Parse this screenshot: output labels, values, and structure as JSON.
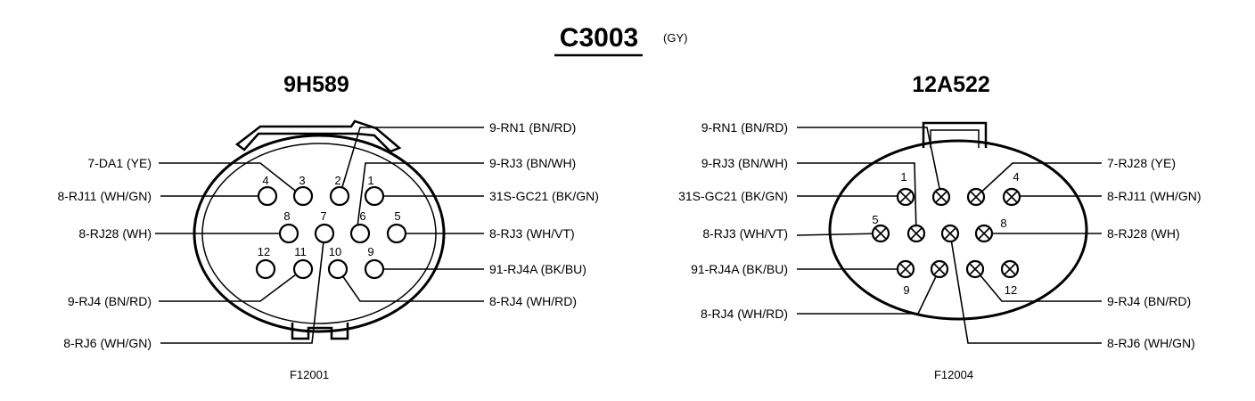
{
  "title": "C3003",
  "title_note": "(GY)",
  "left": {
    "heading": "9H589",
    "figure": "F12001",
    "pin_numbers": [
      "4",
      "3",
      "2",
      "1",
      "8",
      "7",
      "6",
      "5",
      "12",
      "11",
      "10",
      "9"
    ],
    "labels": {
      "l1": "7-DA1 (YE)",
      "l2": "8-RJ11 (WH/GN)",
      "l3": "8-RJ28 (WH)",
      "l4": "9-RJ4 (BN/RD)",
      "l5": "8-RJ6 (WH/GN)",
      "r1": "9-RN1 (BN/RD)",
      "r2": "9-RJ3 (BN/WH)",
      "r3": "31S-GC21 (BK/GN)",
      "r4": "8-RJ3 (WH/VT)",
      "r5": "91-RJ4A (BK/BU)",
      "r6": "8-RJ4 (WH/RD)"
    }
  },
  "right": {
    "heading": "12A522",
    "figure": "F12004",
    "pin_numbers": [
      "1",
      "4",
      "5",
      "8",
      "9",
      "12"
    ],
    "labels": {
      "l1": "9-RN1 (BN/RD)",
      "l2": "9-RJ3 (BN/WH)",
      "l3": "31S-GC21 (BK/GN)",
      "l4": "8-RJ3 (WH/VT)",
      "l5": "91-RJ4A (BK/BU)",
      "l6": "8-RJ4 (WH/RD)",
      "r1": "7-RJ28 (YE)",
      "r2": "8-RJ11 (WH/GN)",
      "r3": "8-RJ28 (WH)",
      "r4": "9-RJ4 (BN/RD)",
      "r5": "8-RJ6 (WH/GN)"
    }
  }
}
